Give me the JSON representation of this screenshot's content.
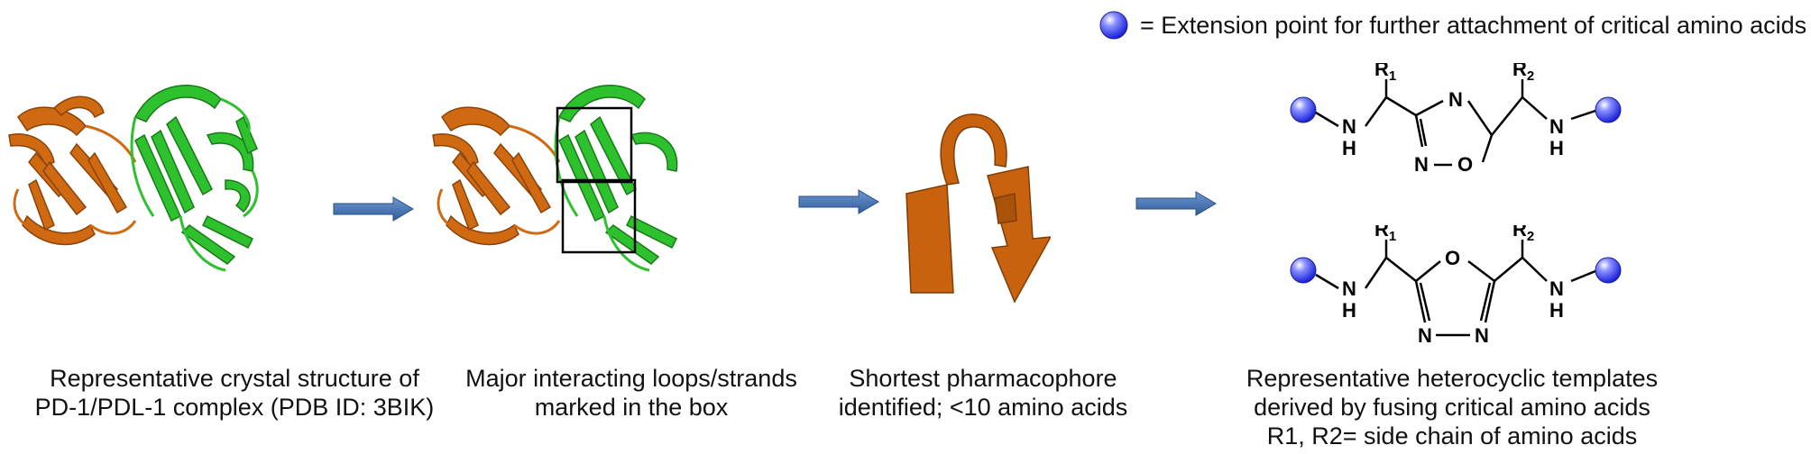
{
  "legend": {
    "text": "= Extension point for further attachment of critical amino acids",
    "sphere_color": "#2f3bff"
  },
  "colors": {
    "pd1": "#d06a12",
    "pdl1": "#2ec12e",
    "box": "#000000",
    "arrow": "#3f6fb0"
  },
  "captions": {
    "c1": [
      "Representative crystal structure of",
      "PD-1/PDL-1 complex (PDB ID: 3BIK)"
    ],
    "c2": [
      "Major interacting loops/strands",
      "marked in the box"
    ],
    "c3": [
      "Shortest pharmacophore",
      "identified; <10 amino acids"
    ],
    "c4": [
      "Representative heterocyclic templates",
      "derived by fusing critical amino acids",
      "R1, R2= side chain of amino acids"
    ]
  },
  "chem": {
    "top": {
      "r1": "R",
      "r1_sub": "1",
      "r2": "R",
      "r2_sub": "2",
      "nh_left": "N",
      "h_left": "H",
      "nh_right": "N",
      "h_right": "H",
      "ring_n_top": "N",
      "ring_n_bottom": "N",
      "ring_o": "O"
    },
    "bottom": {
      "r1": "R",
      "r1_sub": "1",
      "r2": "R",
      "r2_sub": "2",
      "nh_left": "N",
      "h_left": "H",
      "nh_right": "N",
      "h_right": "H",
      "ring_o": "O",
      "ring_n_left": "N",
      "ring_n_right": "N"
    }
  }
}
